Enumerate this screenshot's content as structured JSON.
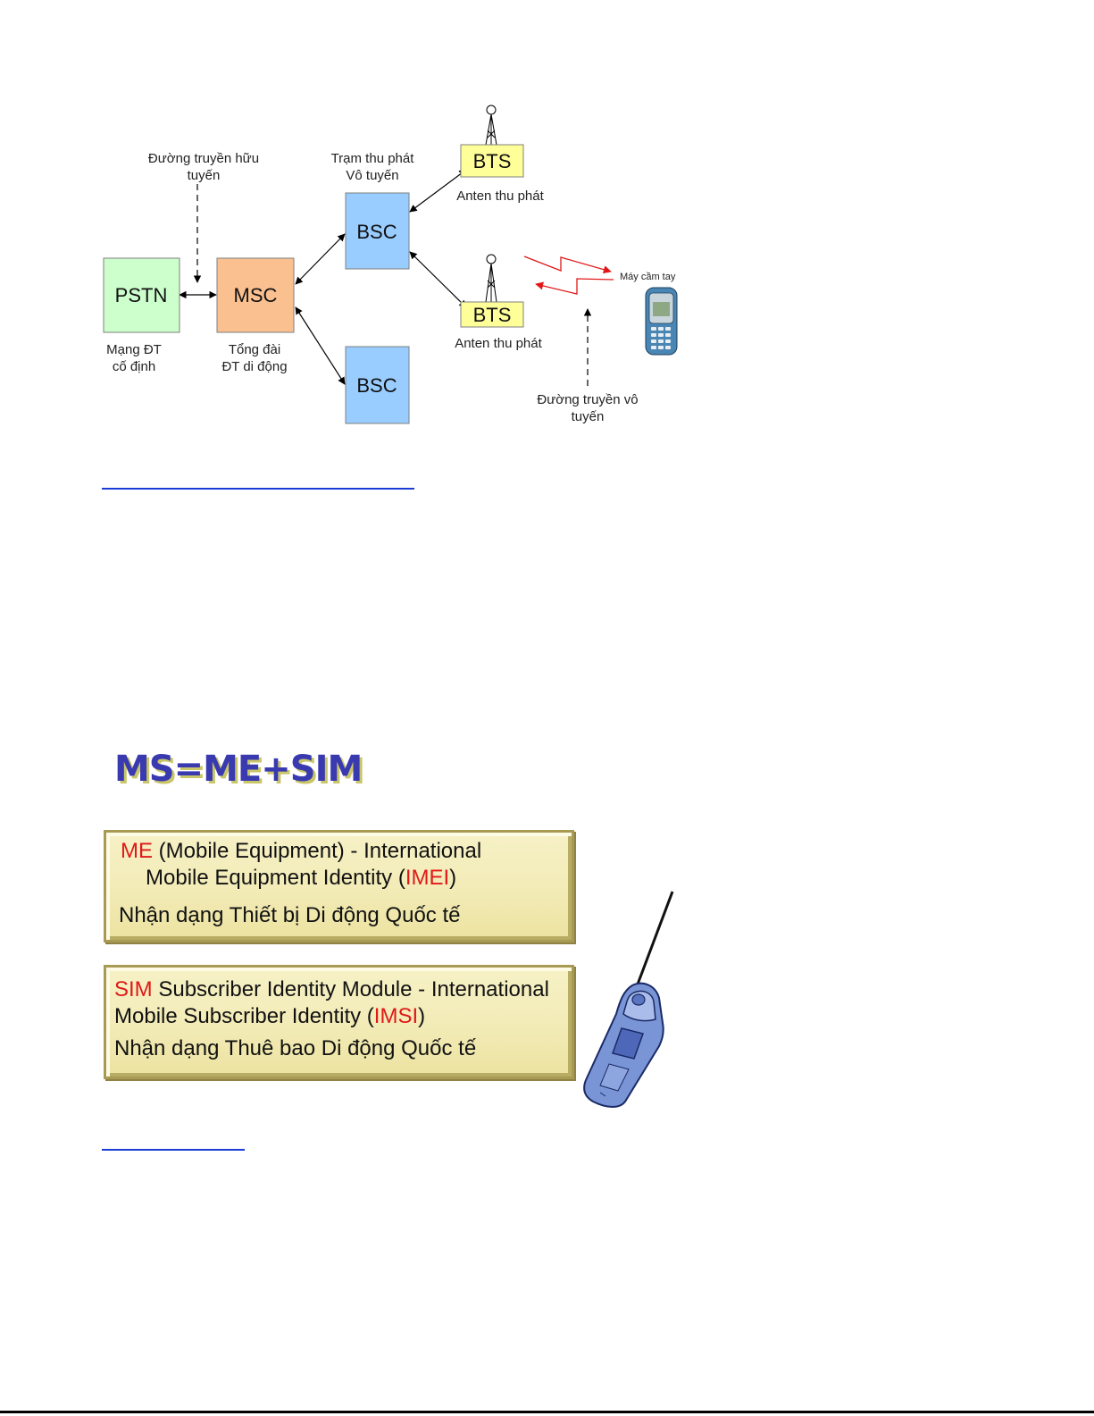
{
  "diagram": {
    "nodes": {
      "pstn": "PSTN",
      "msc": "MSC",
      "bsc_top": "BSC",
      "bsc_bottom": "BSC",
      "bts_top": "BTS",
      "bts_bottom": "BTS"
    },
    "labels": {
      "wired_line_1": "Đường truyền hữu",
      "wired_line_2": "tuyến",
      "radio_station_1": "Trạm thu phát",
      "radio_station_2": "Vô tuyến",
      "antenna_top": "Anten thu phát",
      "antenna_bottom": "Anten thu phát",
      "handset": "Máy cầm tay",
      "fixed_net_1": "Mạng ĐT",
      "fixed_net_2": "cố định",
      "exchange_1": "Tổng đài",
      "exchange_2": "ĐT di động",
      "wireless_line_1": "Đường truyền vô",
      "wireless_line_2": "tuyến"
    }
  },
  "ms_slide": {
    "title": "MS=ME+SIM",
    "me_box": {
      "abbr": "ME",
      "line1_rest": " (Mobile Equipment) - International",
      "line2_start": "Mobile Equipment Identity (",
      "line2_abbr": "IMEI",
      "line2_end": ")",
      "line3": "Nhận dạng Thiết bị Di động Quốc tế"
    },
    "sim_box": {
      "abbr": "SIM",
      "line1_rest": " Subscriber Identity Module - International",
      "line2_start": "Mobile Subscriber  Identity (",
      "line2_abbr": "IMSI",
      "line2_end": ")",
      "line3": "Nhận dạng Thuê bao Di động Quốc tế"
    }
  },
  "colors": {
    "pstn": "#ccffcc",
    "msc": "#fac090",
    "bsc": "#99ccff",
    "bts": "#ffff99",
    "accent_red": "#e01818",
    "link_blue": "#1a3bd6"
  }
}
